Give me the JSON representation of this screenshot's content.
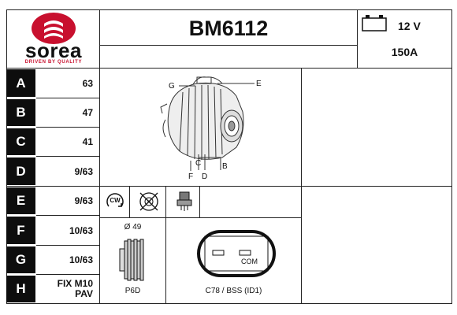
{
  "brand": {
    "name": "sorea",
    "tagline": "DRIVEN BY QUALITY",
    "color": "#c8102e"
  },
  "header": {
    "part_number": "BM6112",
    "voltage": "12 V",
    "amperage": "150A"
  },
  "rows": [
    {
      "key": "A",
      "value": "63"
    },
    {
      "key": "B",
      "value": "47"
    },
    {
      "key": "C",
      "value": "41"
    },
    {
      "key": "D",
      "value": "9/63"
    },
    {
      "key": "E",
      "value": "9/63"
    },
    {
      "key": "F",
      "value": "10/63"
    },
    {
      "key": "G",
      "value": "10/63"
    },
    {
      "key": "H",
      "value": "FIX M10\nPAV"
    }
  ],
  "diagram": {
    "labels": {
      "g": "G",
      "e": "E",
      "c": "C",
      "b": "B",
      "f": "F",
      "d": "D"
    }
  },
  "symbols": {
    "rotation": "CW"
  },
  "pulley": {
    "diameter": "Ø 49",
    "type": "P6D"
  },
  "connector": {
    "com_label": "COM",
    "code": "C78 / BSS (ID1)"
  }
}
